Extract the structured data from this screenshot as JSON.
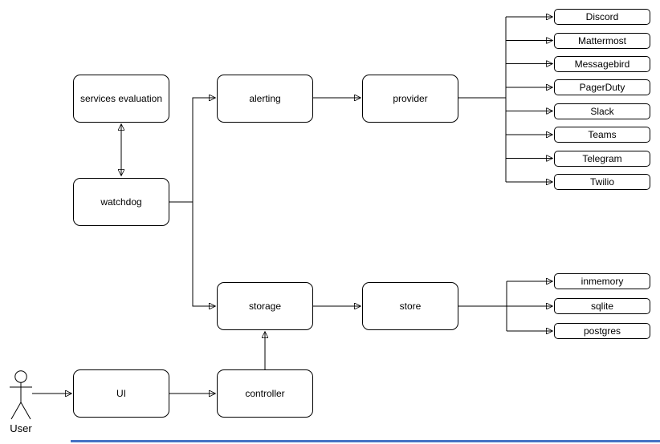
{
  "diagram": {
    "background_color": "#ffffff",
    "stroke_color": "#000000",
    "node_fill_color": "#ffffff",
    "bottom_edge_line_color": "#4472c4",
    "nodes": {
      "services_evaluation": "services evaluation",
      "watchdog": "watchdog",
      "alerting": "alerting",
      "provider": "provider",
      "storage": "storage",
      "store": "store",
      "ui": "UI",
      "controller": "controller"
    },
    "actor": {
      "label": "User"
    },
    "provider_children": [
      "Discord",
      "Mattermost",
      "Messagebird",
      "PagerDuty",
      "Slack",
      "Teams",
      "Telegram",
      "Twilio"
    ],
    "store_children": [
      "inmemory",
      "sqlite",
      "postgres"
    ],
    "relations": [
      "services evaluation <-> watchdog",
      "watchdog -> alerting",
      "watchdog -> storage",
      "alerting -> provider",
      "provider -> Discord|Mattermost|Messagebird|PagerDuty|Slack|Teams|Telegram|Twilio",
      "storage -> store",
      "store -> inmemory|sqlite|postgres",
      "User -> UI",
      "UI -> controller",
      "controller -> storage"
    ]
  }
}
